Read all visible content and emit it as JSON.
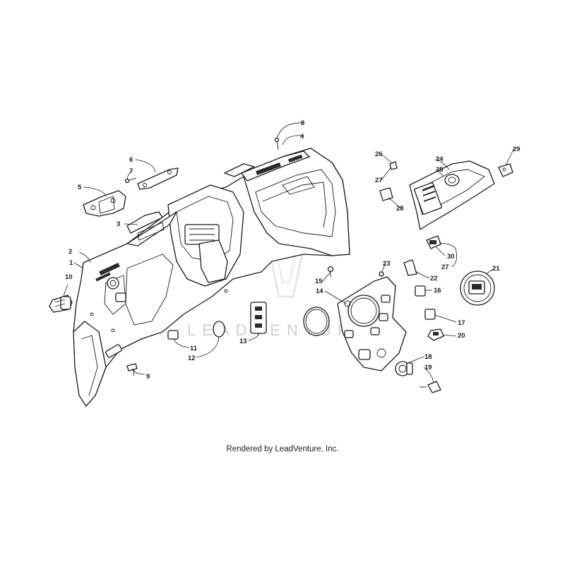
{
  "diagram": {
    "footer": "Rendered by LeadVenture, Inc.",
    "watermark": "LEADVENTURE",
    "callouts": [
      "1",
      "2",
      "3",
      "4",
      "5",
      "6",
      "7",
      "8",
      "9",
      "10",
      "11",
      "12",
      "13",
      "14",
      "15",
      "16",
      "17",
      "18",
      "19",
      "20",
      "21",
      "22",
      "23",
      "24",
      "25",
      "26",
      "27",
      "27",
      "28",
      "29",
      "30"
    ]
  }
}
